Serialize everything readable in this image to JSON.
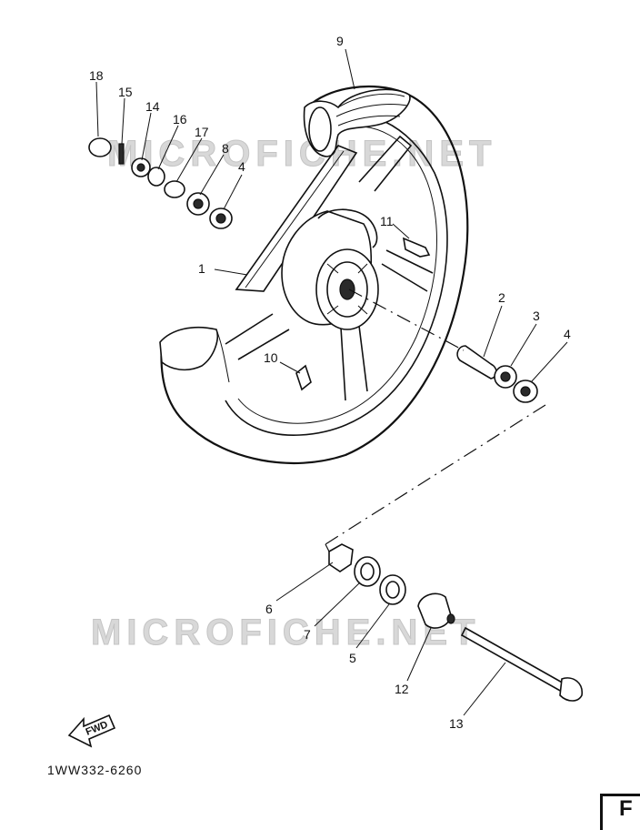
{
  "watermarks": [
    "MICROFICHE.NET",
    "MICROFICHE.NET"
  ],
  "part_code": "1WW332-6260",
  "fwd_label": "FWD",
  "corner_letter": "F",
  "callouts": [
    {
      "id": "c1",
      "text": "1"
    },
    {
      "id": "c2",
      "text": "2"
    },
    {
      "id": "c3",
      "text": "3"
    },
    {
      "id": "c4a",
      "text": "4"
    },
    {
      "id": "c4b",
      "text": "4"
    },
    {
      "id": "c5",
      "text": "5"
    },
    {
      "id": "c6",
      "text": "6"
    },
    {
      "id": "c7",
      "text": "7"
    },
    {
      "id": "c8",
      "text": "8"
    },
    {
      "id": "c9",
      "text": "9"
    },
    {
      "id": "c10",
      "text": "10"
    },
    {
      "id": "c11",
      "text": "11"
    },
    {
      "id": "c12",
      "text": "12"
    },
    {
      "id": "c13",
      "text": "13"
    },
    {
      "id": "c14",
      "text": "14"
    },
    {
      "id": "c15",
      "text": "15"
    },
    {
      "id": "c16",
      "text": "16"
    },
    {
      "id": "c17",
      "text": "17"
    },
    {
      "id": "c18",
      "text": "18"
    }
  ]
}
